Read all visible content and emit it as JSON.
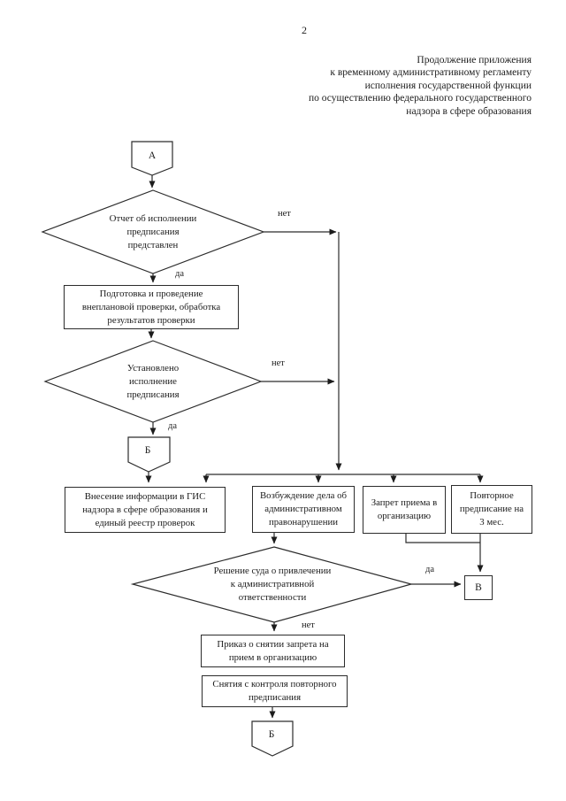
{
  "page": {
    "number": "2"
  },
  "header": {
    "lines": [
      "Продолжение приложения",
      "к временному административному регламенту",
      "исполнения государственной функции",
      "по осуществлению федерального государственного",
      "надзора в сфере образования"
    ]
  },
  "flowchart": {
    "connectors": {
      "a": "А",
      "b_top": "Б",
      "v": "В",
      "b_bottom": "Б"
    },
    "edge_labels": {
      "yes": "да",
      "no": "нет"
    },
    "nodes": {
      "report_submitted": {
        "lines": [
          "Отчет об исполнении",
          "предписания",
          "представлен"
        ]
      },
      "unscheduled_check": {
        "lines": [
          "Подготовка и проведение",
          "внеплановой проверки, обработка",
          "результатов проверки"
        ]
      },
      "compliance_established": {
        "lines": [
          "Установлено",
          "исполнение",
          "предписания"
        ]
      },
      "gis_entry": {
        "lines": [
          "Внесение информации в ГИС",
          "надзора в сфере образования и",
          "единый реестр проверок"
        ]
      },
      "admin_case": {
        "lines": [
          "Возбуждение дела об",
          "административном",
          "правонарушении"
        ]
      },
      "admission_ban": {
        "lines": [
          "Запрет приема в",
          "организацию"
        ]
      },
      "repeat_order": {
        "lines": [
          "Повторное",
          "предписание на",
          "3 мес."
        ]
      },
      "court_decision": {
        "lines": [
          "Решение суда о привлечении",
          "к административной",
          "ответственности"
        ]
      },
      "ban_lift_order": {
        "lines": [
          "Приказ о снятии запрета на",
          "прием в организацию"
        ]
      },
      "control_removal": {
        "lines": [
          "Снятия с контроля повторного",
          "предписания"
        ]
      }
    }
  },
  "colors": {
    "ink": "#1c1c1c",
    "line": "#2c2c2c",
    "background": "#ffffff"
  }
}
